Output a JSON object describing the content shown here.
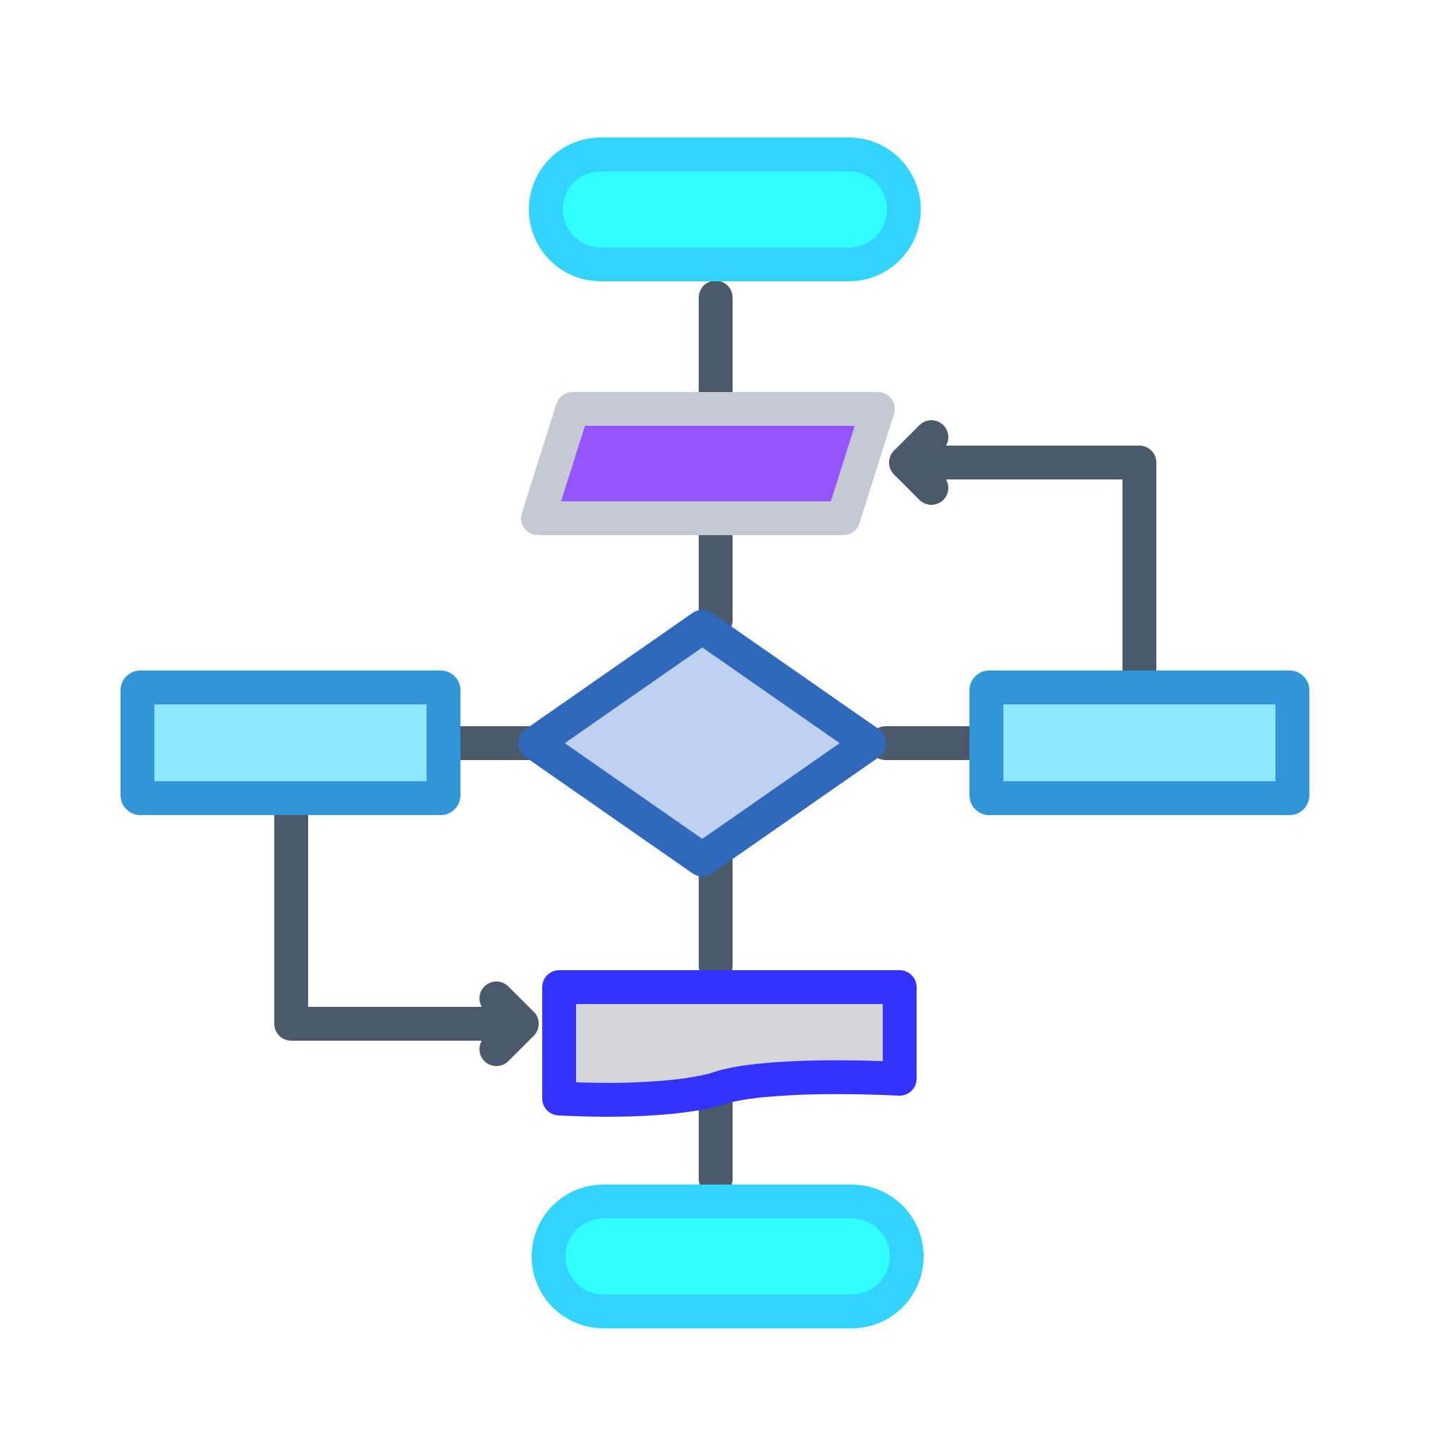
{
  "diagram": {
    "background": "#FFFFFF",
    "colors": {
      "connector": "#4B5A6B",
      "terminal_fill": "#31FFFF",
      "terminal_stroke": "#32D4FF",
      "io_fill": "#9454FF",
      "io_stroke": "#C5C9D2",
      "decision_fill": "#BED1EF",
      "decision_stroke": "#3068BC",
      "process_fill": "#8EE5FF",
      "process_stroke": "#3096D8",
      "document_fill": "#D5D5D7",
      "document_stroke": "#3332FF"
    },
    "nodes": [
      {
        "id": "start",
        "shape": "terminal",
        "label": ""
      },
      {
        "id": "input",
        "shape": "parallelogram",
        "label": ""
      },
      {
        "id": "decision",
        "shape": "diamond",
        "label": ""
      },
      {
        "id": "process-left",
        "shape": "rectangle",
        "label": ""
      },
      {
        "id": "process-right",
        "shape": "rectangle",
        "label": ""
      },
      {
        "id": "document",
        "shape": "document",
        "label": ""
      },
      {
        "id": "end",
        "shape": "terminal",
        "label": ""
      }
    ],
    "edges": [
      {
        "from": "start",
        "to": "input",
        "arrow": false
      },
      {
        "from": "input",
        "to": "decision",
        "arrow": false
      },
      {
        "from": "decision",
        "to": "process-left",
        "arrow": false
      },
      {
        "from": "decision",
        "to": "process-right",
        "arrow": false
      },
      {
        "from": "decision",
        "to": "document",
        "arrow": false
      },
      {
        "from": "process-left",
        "to": "document",
        "arrow": true
      },
      {
        "from": "process-right",
        "to": "input",
        "arrow": true
      },
      {
        "from": "document",
        "to": "end",
        "arrow": false
      }
    ]
  }
}
